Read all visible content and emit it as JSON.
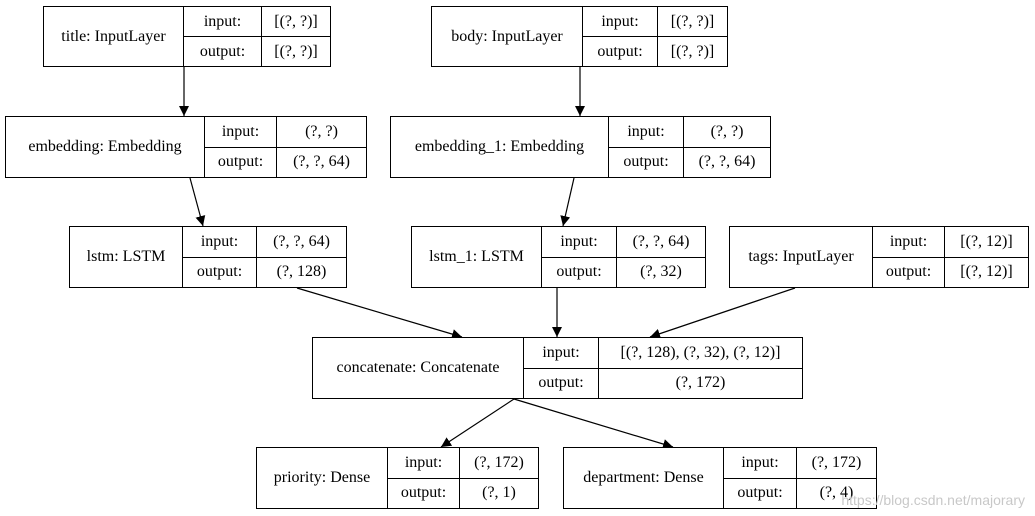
{
  "nodes": [
    {
      "id": "title",
      "name": "title: InputLayer",
      "input": "[(?, ?)]",
      "output": "[(?, ?)]"
    },
    {
      "id": "body",
      "name": "body: InputLayer",
      "input": "[(?, ?)]",
      "output": "[(?, ?)]"
    },
    {
      "id": "embedding",
      "name": "embedding: Embedding",
      "input": "(?, ?)",
      "output": "(?, ?, 64)"
    },
    {
      "id": "embedding_1",
      "name": "embedding_1: Embedding",
      "input": "(?, ?)",
      "output": "(?, ?, 64)"
    },
    {
      "id": "lstm",
      "name": "lstm: LSTM",
      "input": "(?, ?, 64)",
      "output": "(?, 128)"
    },
    {
      "id": "lstm_1",
      "name": "lstm_1: LSTM",
      "input": "(?, ?, 64)",
      "output": "(?, 32)"
    },
    {
      "id": "tags",
      "name": "tags: InputLayer",
      "input": "[(?, 12)]",
      "output": "[(?, 12)]"
    },
    {
      "id": "concatenate",
      "name": "concatenate: Concatenate",
      "input": "[(?, 128), (?, 32), (?, 12)]",
      "output": "(?, 172)"
    },
    {
      "id": "priority",
      "name": "priority: Dense",
      "input": "(?, 172)",
      "output": "(?, 1)"
    },
    {
      "id": "department",
      "name": "department: Dense",
      "input": "(?, 172)",
      "output": "(?, 4)"
    }
  ],
  "labels": {
    "input": "input:",
    "output": "output:"
  },
  "edges": [
    [
      "title",
      "embedding"
    ],
    [
      "body",
      "embedding_1"
    ],
    [
      "embedding",
      "lstm"
    ],
    [
      "embedding_1",
      "lstm_1"
    ],
    [
      "lstm",
      "concatenate"
    ],
    [
      "lstm_1",
      "concatenate"
    ],
    [
      "tags",
      "concatenate"
    ],
    [
      "concatenate",
      "priority"
    ],
    [
      "concatenate",
      "department"
    ]
  ],
  "watermark": "https://blog.csdn.net/majorary"
}
